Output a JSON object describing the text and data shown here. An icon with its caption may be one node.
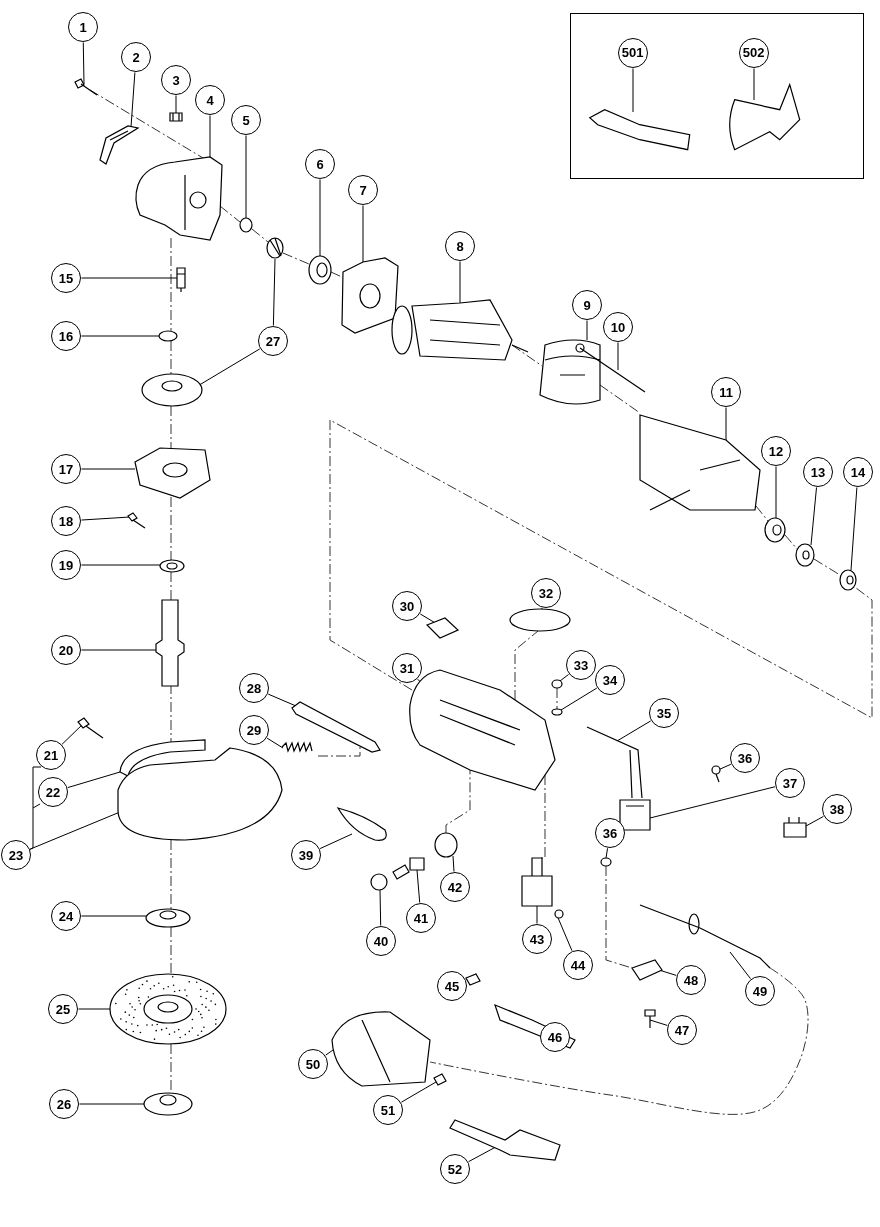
{
  "diagram": {
    "nodes": [
      {
        "text": [
          "1"
        ]
      },
      {
        "text": [
          "2"
        ]
      },
      {
        "text": [
          "3"
        ]
      },
      {
        "text": [
          "4"
        ]
      },
      {
        "text": [
          "5"
        ]
      },
      {
        "text": [
          "6"
        ]
      },
      {
        "text": [
          "7"
        ]
      },
      {
        "text": [
          "8"
        ]
      },
      {
        "text": [
          "9"
        ]
      },
      {
        "text": [
          "10"
        ]
      },
      {
        "text": [
          "11"
        ]
      },
      {
        "text": [
          "12"
        ]
      },
      {
        "text": [
          "13"
        ]
      },
      {
        "text": [
          "14"
        ]
      },
      {
        "text": [
          "15"
        ]
      },
      {
        "text": [
          "16"
        ]
      },
      {
        "text": [
          "17"
        ]
      },
      {
        "text": [
          "18"
        ]
      },
      {
        "text": [
          "19"
        ]
      },
      {
        "text": [
          "20"
        ]
      },
      {
        "text": [
          "21"
        ]
      },
      {
        "text": [
          "22"
        ]
      },
      {
        "text": [
          "23"
        ]
      },
      {
        "text": [
          "24"
        ]
      },
      {
        "text": [
          "25"
        ]
      },
      {
        "text": [
          "26"
        ]
      },
      {
        "text": [
          "27"
        ]
      },
      {
        "text": [
          "28"
        ]
      },
      {
        "text": [
          "29"
        ]
      },
      {
        "text": [
          "30"
        ]
      },
      {
        "text": [
          "31"
        ]
      },
      {
        "text": [
          "32"
        ]
      },
      {
        "text": [
          "33"
        ]
      },
      {
        "text": [
          "34"
        ]
      },
      {
        "text": [
          "35"
        ]
      },
      {
        "text": [
          "36"
        ]
      },
      {
        "text": [
          "36"
        ]
      },
      {
        "text": [
          "37"
        ]
      },
      {
        "text": [
          "38"
        ]
      },
      {
        "text": [
          "39"
        ]
      },
      {
        "text": [
          "40"
        ]
      },
      {
        "text": [
          "41"
        ]
      },
      {
        "text": [
          "42"
        ]
      },
      {
        "text": [
          "43"
        ]
      },
      {
        "text": [
          "44"
        ]
      },
      {
        "text": [
          "45"
        ]
      },
      {
        "text": [
          "46"
        ]
      },
      {
        "text": [
          "47"
        ]
      },
      {
        "text": [
          "48"
        ]
      },
      {
        "text": [
          "49"
        ]
      },
      {
        "text": [
          "50"
        ]
      },
      {
        "text": [
          "51"
        ]
      },
      {
        "text": [
          "52"
        ]
      },
      {
        "text": [],
        "shape": "box"
      },
      {
        "text": [
          "501"
        ],
        "in": 53
      },
      {
        "text": [
          "502"
        ],
        "in": 53
      },
      {
        "text": [],
        "shape": "picture"
      },
      {
        "text": [],
        "shape": "picture"
      },
      {
        "text": [],
        "shape": "picture"
      },
      {
        "text": [],
        "shape": "picture"
      },
      {
        "text": [],
        "shape": "picture"
      },
      {
        "text": [],
        "shape": "picture"
      },
      {
        "text": [],
        "shape": "picture"
      },
      {
        "text": [],
        "shape": "picture"
      },
      {
        "text": [],
        "shape": "picture"
      },
      {
        "text": [],
        "shape": "picture"
      },
      {
        "text": [],
        "shape": "picture"
      },
      {
        "text": [],
        "shape": "picture"
      },
      {
        "text": [],
        "shape": "picture"
      },
      {
        "text": [],
        "shape": "picture"
      },
      {
        "text": [],
        "shape": "picture"
      },
      {
        "text": [],
        "shape": "picture"
      },
      {
        "text": [],
        "shape": "picture"
      },
      {
        "text": [],
        "shape": "picture"
      },
      {
        "text": [],
        "shape": "picture"
      },
      {
        "text": [],
        "shape": "picture"
      },
      {
        "text": [],
        "shape": "picture"
      },
      {
        "text": [],
        "shape": "picture"
      },
      {
        "text": [],
        "shape": "picture"
      },
      {
        "text": [],
        "shape": "picture"
      },
      {
        "text": [],
        "shape": "picture"
      },
      {
        "text": [],
        "shape": "picture"
      },
      {
        "text": [],
        "shape": "picture"
      },
      {
        "text": [],
        "shape": "picture"
      },
      {
        "text": [],
        "shape": "picture"
      },
      {
        "text": [],
        "shape": "picture"
      },
      {
        "text": [],
        "shape": "picture"
      },
      {
        "text": [],
        "shape": "picture"
      },
      {
        "text": [],
        "shape": "picture"
      },
      {
        "text": [],
        "shape": "picture"
      },
      {
        "text": [],
        "shape": "picture"
      },
      {
        "text": [],
        "shape": "picture"
      },
      {
        "text": [],
        "shape": "picture"
      },
      {
        "text": [],
        "shape": "picture"
      },
      {
        "text": [],
        "shape": "picture"
      },
      {
        "text": [],
        "shape": "picture"
      },
      {
        "text": [],
        "shape": "picture"
      },
      {
        "text": [],
        "shape": "picture"
      },
      {
        "text": [],
        "shape": "picture"
      },
      {
        "text": [],
        "shape": "picture"
      },
      {
        "text": [],
        "shape": "picture"
      },
      {
        "text": [],
        "shape": "picture"
      },
      {
        "text": [],
        "shape": "picture"
      },
      {
        "text": [],
        "shape": "picture"
      },
      {
        "text": [],
        "shape": "picture"
      },
      {
        "text": [],
        "shape": "picture"
      },
      {
        "text": [],
        "shape": "picture"
      },
      {
        "text": [],
        "shape": "picture"
      },
      {
        "text": [],
        "shape": "picture"
      },
      {
        "text": [],
        "shape": "picture",
        "in": 53
      },
      {
        "text": [],
        "shape": "picture",
        "in": 53
      },
      {
        "text": [],
        "shape": "picture"
      }
    ],
    "edges": [
      {
        "from": 0,
        "to": 56,
        "arrow": "none"
      },
      {
        "from": 1,
        "to": 57,
        "arrow": "none"
      },
      {
        "from": 2,
        "to": 58,
        "arrow": "none"
      },
      {
        "from": 3,
        "to": 59,
        "arrow": "none"
      },
      {
        "from": 4,
        "to": 60,
        "arrow": "none"
      },
      {
        "from": 5,
        "to": 61,
        "arrow": "none"
      },
      {
        "from": 6,
        "to": 62,
        "arrow": "none"
      },
      {
        "from": 7,
        "to": 63,
        "arrow": "none"
      },
      {
        "from": 8,
        "to": 64,
        "arrow": "none"
      },
      {
        "from": 9,
        "to": 65,
        "arrow": "none"
      },
      {
        "from": 10,
        "to": 66,
        "arrow": "none"
      },
      {
        "from": 11,
        "to": 67,
        "arrow": "none"
      },
      {
        "from": 12,
        "to": 68,
        "arrow": "none"
      },
      {
        "from": 13,
        "to": 69,
        "arrow": "none"
      },
      {
        "from": 14,
        "to": 70,
        "arrow": "none"
      },
      {
        "from": 15,
        "to": 71,
        "arrow": "none"
      },
      {
        "from": 16,
        "to": 72,
        "arrow": "none"
      },
      {
        "from": 17,
        "to": 73,
        "arrow": "none"
      },
      {
        "from": 18,
        "to": 74,
        "arrow": "none"
      },
      {
        "from": 19,
        "to": 75,
        "arrow": "none"
      },
      {
        "from": 20,
        "to": 76,
        "arrow": "none"
      },
      {
        "from": 21,
        "to": 77,
        "arrow": "none"
      },
      {
        "from": 22,
        "to": 78,
        "arrow": "none"
      },
      {
        "from": 23,
        "to": 79,
        "arrow": "none"
      },
      {
        "from": 24,
        "to": 80,
        "arrow": "none"
      },
      {
        "from": 25,
        "to": 81,
        "arrow": "none"
      },
      {
        "from": 26,
        "to": 82,
        "arrow": "none"
      },
      {
        "from": 27,
        "to": 83,
        "arrow": "none"
      },
      {
        "from": 28,
        "to": 84,
        "arrow": "none"
      },
      {
        "from": 29,
        "to": 85,
        "arrow": "none"
      },
      {
        "from": 30,
        "to": 86,
        "arrow": "none"
      },
      {
        "from": 31,
        "to": 87,
        "arrow": "none"
      },
      {
        "from": 32,
        "to": 88,
        "arrow": "none"
      },
      {
        "from": 33,
        "to": 89,
        "arrow": "none"
      },
      {
        "from": 34,
        "to": 90,
        "arrow": "none"
      },
      {
        "from": 35,
        "to": 91,
        "arrow": "none"
      },
      {
        "from": 36,
        "to": 92,
        "arrow": "none"
      },
      {
        "from": 37,
        "to": 93,
        "arrow": "none"
      },
      {
        "from": 38,
        "to": 94,
        "arrow": "none"
      },
      {
        "from": 39,
        "to": 95,
        "arrow": "none"
      },
      {
        "from": 40,
        "to": 96,
        "arrow": "none"
      },
      {
        "from": 41,
        "to": 97,
        "arrow": "none"
      },
      {
        "from": 42,
        "to": 98,
        "arrow": "none"
      },
      {
        "from": 43,
        "to": 99,
        "arrow": "none"
      },
      {
        "from": 44,
        "to": 100,
        "arrow": "none"
      },
      {
        "from": 45,
        "to": 101,
        "arrow": "none"
      },
      {
        "from": 46,
        "to": 102,
        "arrow": "none"
      },
      {
        "from": 47,
        "to": 103,
        "arrow": "none"
      },
      {
        "from": 48,
        "to": 104,
        "arrow": "none"
      },
      {
        "from": 49,
        "to": 105,
        "arrow": "none"
      },
      {
        "from": 50,
        "to": 106,
        "arrow": "none"
      },
      {
        "from": 51,
        "to": 107,
        "arrow": "none"
      },
      {
        "from": 52,
        "to": 108,
        "arrow": "none"
      },
      {
        "from": 54,
        "to": 109,
        "arrow": "none"
      },
      {
        "from": 55,
        "to": 110,
        "arrow": "none"
      },
      {
        "from": 26,
        "to": 111,
        "arrow": "none"
      },
      {
        "from": 56,
        "to": 59,
        "arrow": "none",
        "style": "dashed"
      },
      {
        "from": 59,
        "to": 60,
        "arrow": "none",
        "style": "dashed"
      },
      {
        "from": 60,
        "to": 111,
        "arrow": "none",
        "style": "dashed"
      },
      {
        "from": 111,
        "to": 61,
        "arrow": "none",
        "style": "dashed"
      },
      {
        "from": 61,
        "to": 62,
        "arrow": "none",
        "style": "dashed"
      },
      {
        "from": 63,
        "to": 64,
        "arrow": "none",
        "style": "dashed"
      },
      {
        "from": 67,
        "to": 68,
        "arrow": "none",
        "style": "dashed"
      },
      {
        "from": 68,
        "to": 69,
        "arrow": "none",
        "style": "dashed"
      },
      {
        "from": 59,
        "to": 71,
        "arrow": "none",
        "style": "dashed"
      },
      {
        "from": 71,
        "to": 82,
        "arrow": "none",
        "style": "dashed"
      },
      {
        "from": 82,
        "to": 72,
        "arrow": "none",
        "style": "dashed"
      },
      {
        "from": 72,
        "to": 74,
        "arrow": "none",
        "style": "dashed"
      },
      {
        "from": 74,
        "to": 75,
        "arrow": "none",
        "style": "dashed"
      },
      {
        "from": 75,
        "to": 77,
        "arrow": "none",
        "style": "dashed"
      },
      {
        "from": 78,
        "to": 79,
        "arrow": "none",
        "style": "dashed"
      },
      {
        "from": 79,
        "to": 80,
        "arrow": "none",
        "style": "dashed"
      },
      {
        "from": 80,
        "to": 81,
        "arrow": "none",
        "style": "dashed"
      },
      {
        "from": 86,
        "to": 69,
        "arrow": "none",
        "style": "dashed"
      },
      {
        "from": 86,
        "to": 87,
        "arrow": "none",
        "style": "dashed"
      },
      {
        "from": 86,
        "to": 99,
        "arrow": "none",
        "style": "dashed"
      },
      {
        "from": 88,
        "to": 89,
        "arrow": "none",
        "style": "dashed"
      },
      {
        "from": 98,
        "to": 86,
        "arrow": "none",
        "style": "dashed"
      },
      {
        "from": 84,
        "to": 83,
        "arrow": "none",
        "style": "dashed"
      },
      {
        "from": 92,
        "to": 104,
        "arrow": "none",
        "style": "dashed"
      },
      {
        "from": 105,
        "to": 106,
        "arrow": "none",
        "style": "dashed"
      },
      {
        "from": 64,
        "to": 66,
        "arrow": "none",
        "style": "dashed"
      },
      {
        "from": 66,
        "to": 67,
        "arrow": "none",
        "style": "dashed"
      }
    ]
  }
}
